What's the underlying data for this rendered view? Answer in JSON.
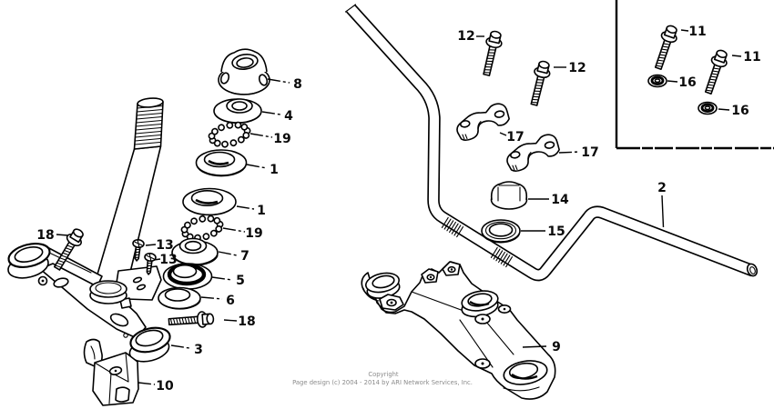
{
  "labels": {
    "n1": "1",
    "n2": "2",
    "n3": "3",
    "n4": "4",
    "n5": "5",
    "n6": "6",
    "n7": "7",
    "n8": "8",
    "n9": "9",
    "n10": "10",
    "n11": "11",
    "n12": "12",
    "n13": "13",
    "n14": "14",
    "n15": "15",
    "n16": "16",
    "n17": "17",
    "n18": "18",
    "n19": "19"
  },
  "copyright": {
    "line1": "Copyright",
    "line2": "Page design (c) 2004 - 2014 by ARI Network Services, Inc."
  },
  "colors": {
    "line": "#000000",
    "background": "#ffffff",
    "copyright_text": "#8b8b8b"
  }
}
